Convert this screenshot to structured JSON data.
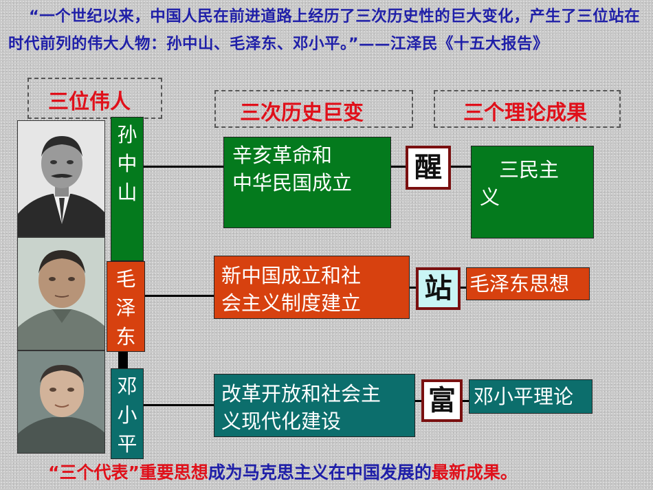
{
  "quote": {
    "open": "“",
    "text": "一个世纪以来，中国人民在前进道路上经历了三次历史性的巨大变化，产生了三位站在时代前列的伟大人物：孙中山、毛泽东、邓小平。”——江泽民《十五大报告》"
  },
  "headers": {
    "people": "三位伟人",
    "changes": "三次历史巨变",
    "theories": "三个理论成果"
  },
  "people": [
    {
      "name": "孙中山",
      "lines": [
        "孙",
        "中",
        "山"
      ],
      "color": "#047a1d"
    },
    {
      "name": "毛泽东",
      "lines": [
        "毛",
        "泽",
        "东"
      ],
      "color": "#d7410f"
    },
    {
      "name": "邓小平",
      "lines": [
        "邓",
        "小",
        "平"
      ],
      "color": "#0c6e6c"
    }
  ],
  "changes": [
    {
      "lines": [
        "辛亥革命和",
        "中华民国成立"
      ]
    },
    {
      "lines": [
        "新中国成立和社",
        "会主义制度建立"
      ]
    },
    {
      "lines": [
        "改革开放和社会主",
        "义现代化建设"
      ]
    }
  ],
  "chars": [
    "醒",
    "站",
    "富"
  ],
  "theories": [
    {
      "lines": [
        "三民主",
        "义"
      ]
    },
    {
      "lines": [
        "毛泽东思想"
      ]
    },
    {
      "lines": [
        "邓小平理论"
      ]
    }
  ],
  "footer": {
    "q1": "“",
    "red1": "三个代表”重要思想",
    "blue1": "成为马克思主义在中国发展的",
    "red2": "最新成果。"
  }
}
